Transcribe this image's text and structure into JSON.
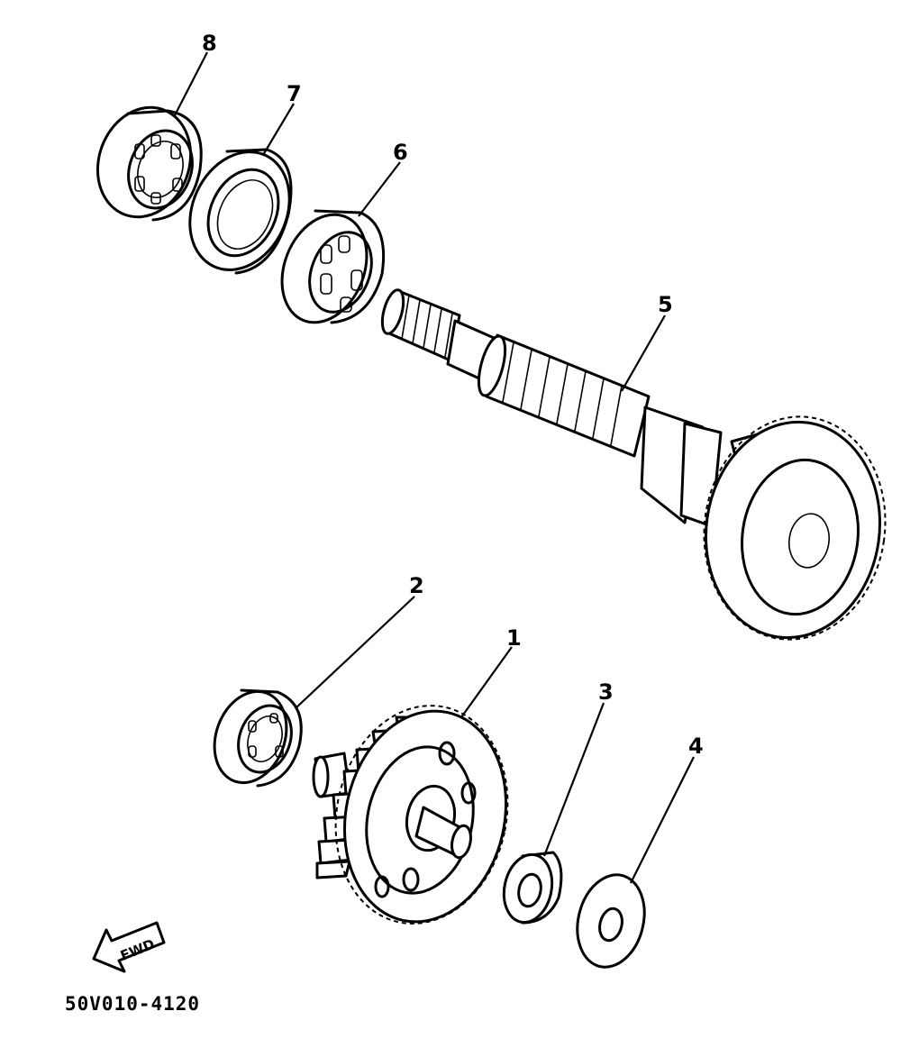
{
  "diagram": {
    "part_labels": [
      {
        "number": "1",
        "part": "gear"
      },
      {
        "number": "2",
        "part": "bearing"
      },
      {
        "number": "3",
        "part": "washer"
      },
      {
        "number": "4",
        "part": "washer"
      },
      {
        "number": "5",
        "part": "shaft"
      },
      {
        "number": "6",
        "part": "bearing"
      },
      {
        "number": "7",
        "part": "bearing"
      },
      {
        "number": "8",
        "part": "oil-seal"
      }
    ],
    "direction_label": "FWD",
    "drawing_code": "50V010-4120"
  }
}
